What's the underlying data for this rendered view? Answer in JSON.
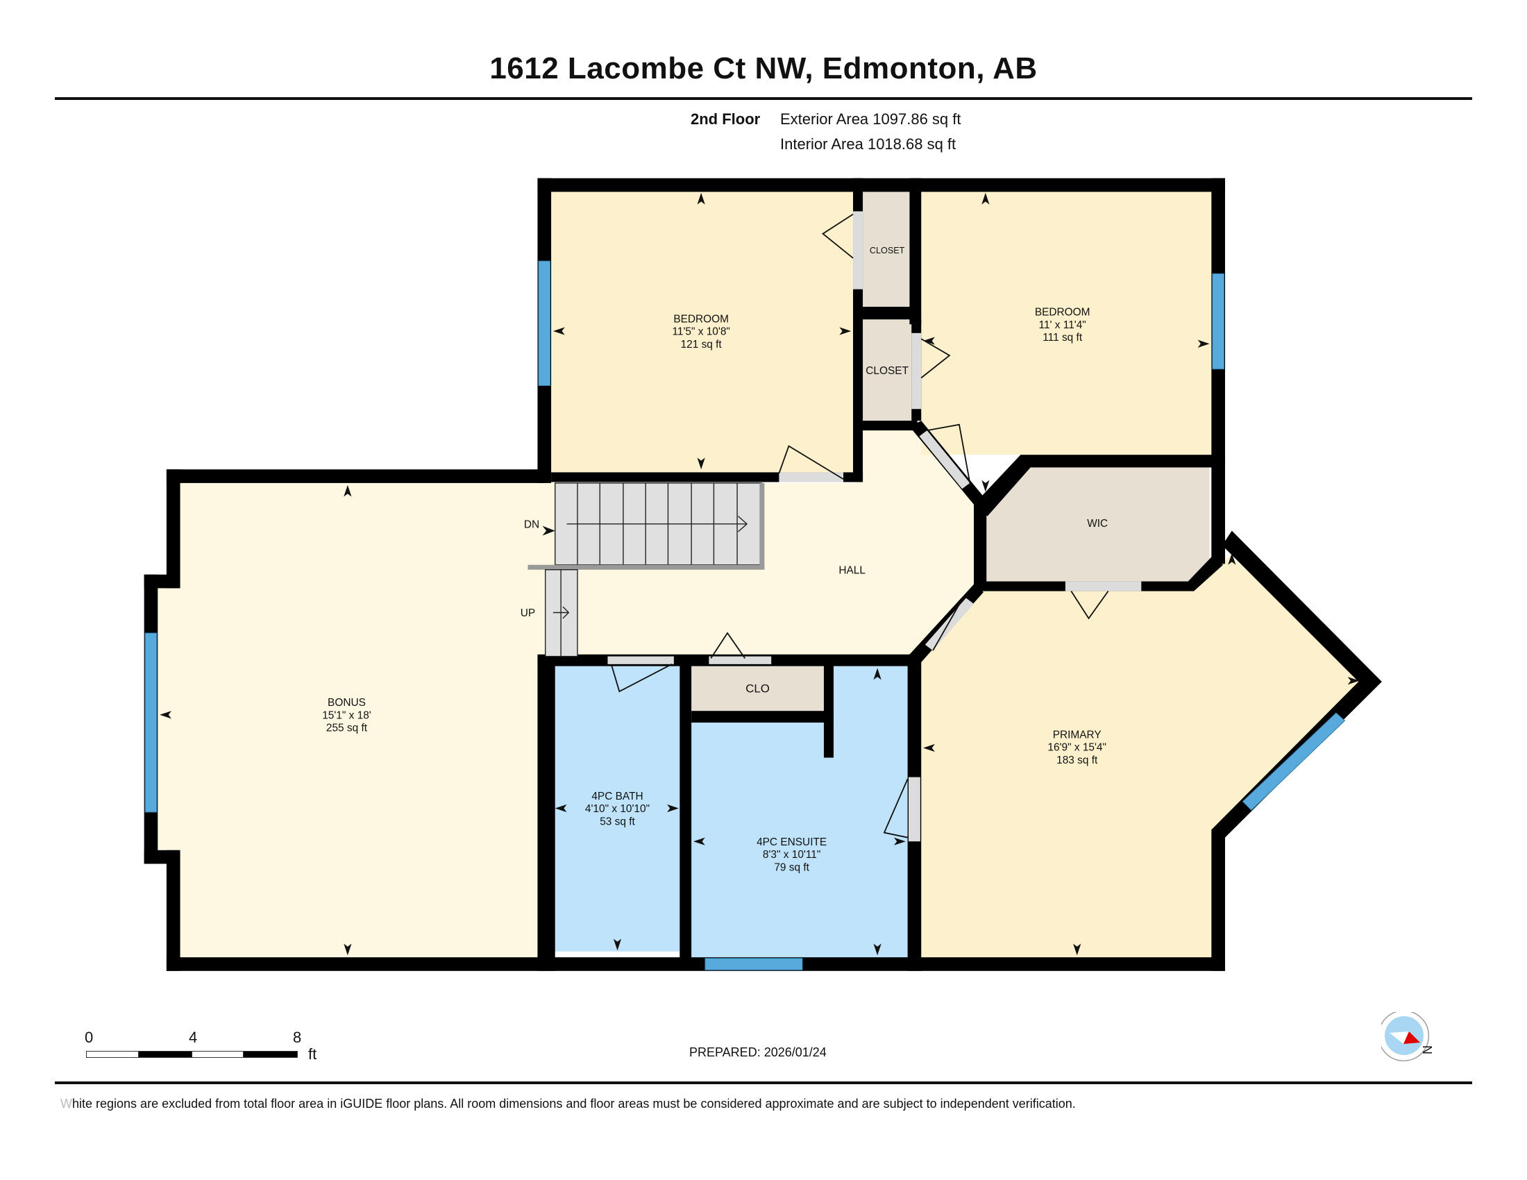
{
  "header": {
    "title": "1612 Lacombe Ct NW, Edmonton, AB",
    "floor_label": "2nd Floor",
    "exterior_area": "Exterior Area 1097.86 sq ft",
    "interior_area": "Interior Area 1018.68 sq ft"
  },
  "colors": {
    "wall": "#000000",
    "bedroom_fill": "#fdf0cc",
    "hall_fill": "#fef8e3",
    "closet_fill": "#e6dfd2",
    "bath_fill": "#bfe3fb",
    "window": "#57aadb",
    "door_opening": "#dcdcdc",
    "stair_fill": "#e0e0e0"
  },
  "rooms": [
    {
      "id": "bedroom-2",
      "name": "BEDROOM",
      "dims": "11'5\" x 10'8\"",
      "area": "121 sq ft"
    },
    {
      "id": "bedroom-3",
      "name": "BEDROOM",
      "dims": "11' x 11'4\"",
      "area": "111 sq ft"
    },
    {
      "id": "closet-1",
      "name": "CLOSET"
    },
    {
      "id": "closet-2",
      "name": "CLOSET"
    },
    {
      "id": "bonus",
      "name": "BONUS",
      "dims": "15'1\" x 18'",
      "area": "255 sq ft"
    },
    {
      "id": "hall",
      "name": "HALL"
    },
    {
      "id": "wic",
      "name": "WIC"
    },
    {
      "id": "bath",
      "name": "4PC BATH",
      "dims": "4'10\" x 10'10\"",
      "area": "53 sq ft"
    },
    {
      "id": "clo",
      "name": "CLO"
    },
    {
      "id": "ensuite",
      "name": "4PC ENSUITE",
      "dims": "8'3\" x 10'11\"",
      "area": "79 sq ft"
    },
    {
      "id": "primary",
      "name": "PRIMARY",
      "dims": "16'9\" x 15'4\"",
      "area": "183 sq ft"
    }
  ],
  "stairs": {
    "down_label": "DN",
    "up_label": "UP"
  },
  "scale_bar": {
    "ticks": [
      "0",
      "4",
      "8"
    ],
    "unit": "ft"
  },
  "prepared": "PREPARED: 2026/01/24",
  "compass": {
    "label": "N"
  },
  "footer": {
    "disclaimer_first": "W",
    "disclaimer_rest": "hite regions are excluded from total floor area in iGUIDE floor plans. All room dimensions and floor areas must be considered approximate and are subject to independent verification."
  }
}
